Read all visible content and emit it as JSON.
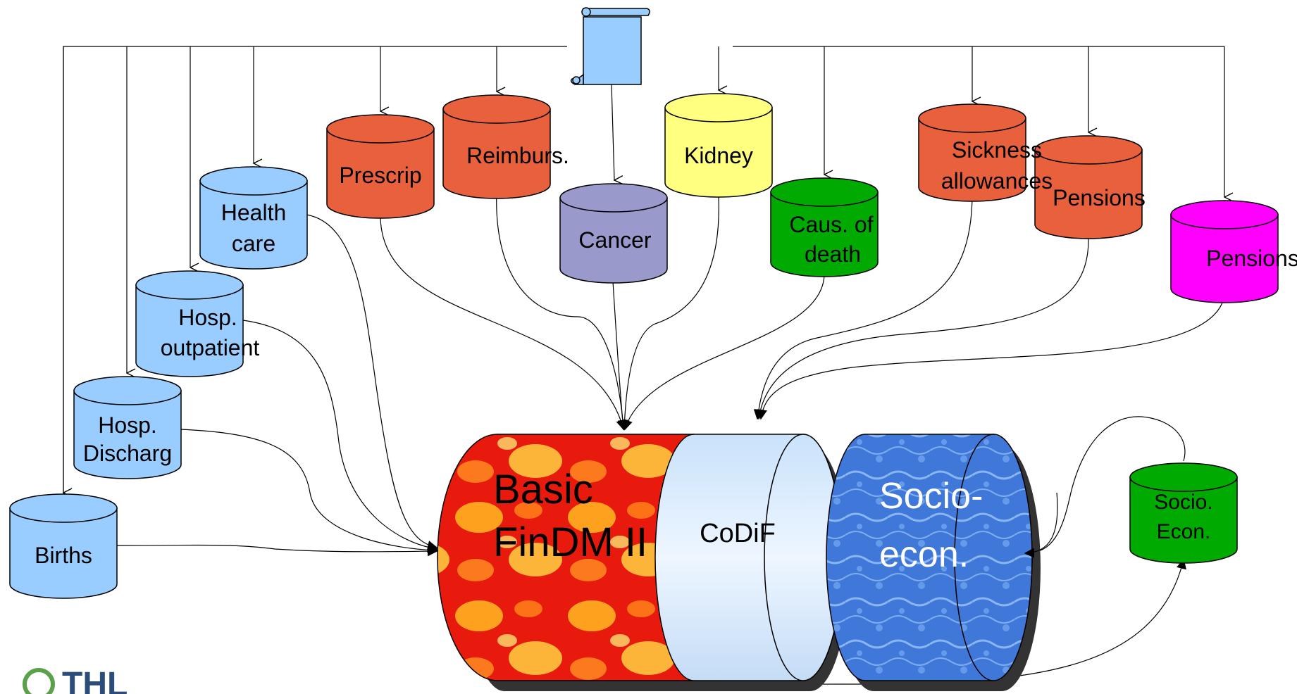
{
  "colors": {
    "blue_db": "#99ccff",
    "red_db": "#e8603c",
    "yellow_db": "#ffff80",
    "purple_db": "#9999cc",
    "green_db": "#00aa00",
    "magenta_db": "#ff00ff",
    "scroll": "#99ccff",
    "line": "#000000",
    "logo": "#5aa14a"
  },
  "sources": {
    "births": {
      "label": "Births"
    },
    "hosp_discharge": {
      "line1": "Hosp.",
      "line2": "Discharg"
    },
    "hosp_outpatient": {
      "line1": "Hosp.",
      "line2": "outpatient"
    },
    "health_care": {
      "line1": "Health",
      "line2": "care"
    },
    "prescrip": {
      "label": "Prescrip"
    },
    "reimburs": {
      "label": "Reimburs."
    },
    "cancer": {
      "label": "Cancer"
    },
    "kidney": {
      "label": "Kidney"
    },
    "cause_of_death": {
      "line1": "Caus. of",
      "line2": "death"
    },
    "sickness": {
      "line1": "Sickness",
      "line2": "allowances"
    },
    "pensions_red": {
      "label": "Pensions"
    },
    "pensions_magenta": {
      "label": "Pensions"
    },
    "socio_econ_small": {
      "line1": "Socio.",
      "line2": "Econ."
    }
  },
  "main": {
    "basic_line1": "Basic",
    "basic_line2": "FinDM II",
    "codif": "CoDiF",
    "socio_line1": "Socio-",
    "socio_line2": "econ."
  },
  "logo": {
    "text": "THL"
  }
}
